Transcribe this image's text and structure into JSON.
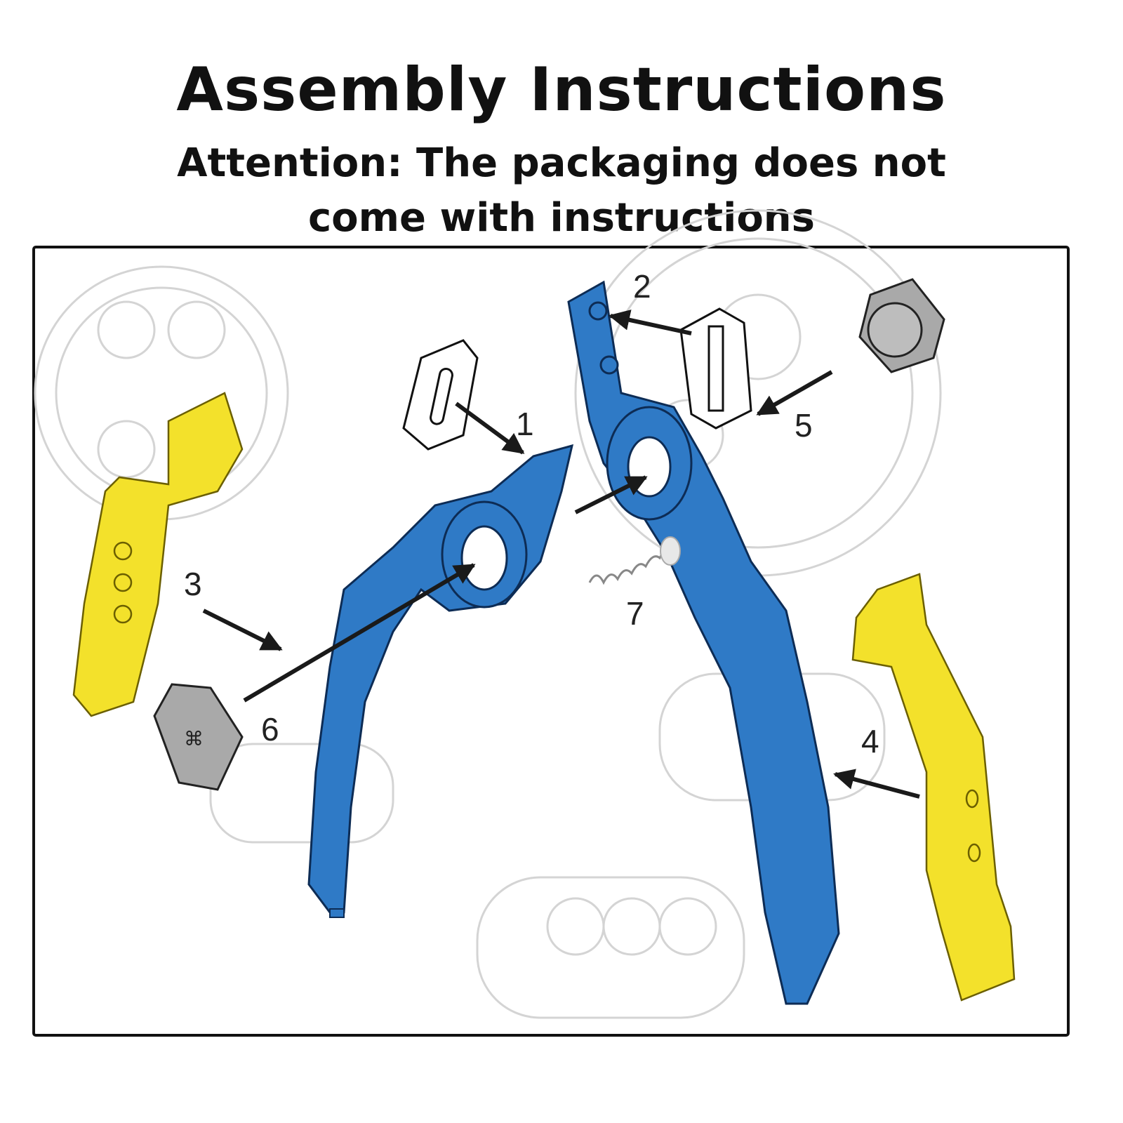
{
  "header": {
    "title": "Assembly Instructions",
    "attention_line1": "Attention: The packaging does not",
    "attention_line2": "come with instructions"
  },
  "diagram": {
    "labels": [
      "1",
      "2",
      "3",
      "4",
      "5",
      "6",
      "7"
    ],
    "colors": {
      "blue_part": "#2f7ac6",
      "yellow_part": "#f3e12b",
      "gray_part": "#a9a9a9",
      "frame": "#111111"
    }
  }
}
